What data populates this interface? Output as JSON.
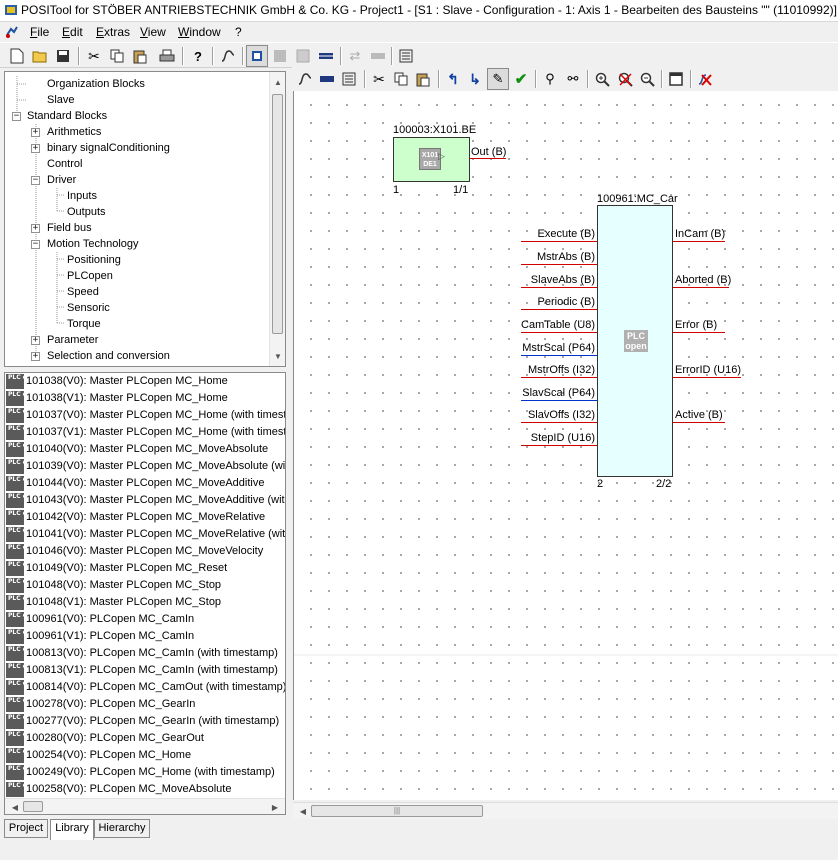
{
  "window": {
    "title": "POSITool for STÖBER ANTRIEBSTECHNIK GmbH & Co. KG - Project1 - [S1 : Slave - Configuration - 1: Axis 1 - Bearbeiten des Bausteins \"\" (11010992)]"
  },
  "menu": {
    "items": [
      "File",
      "Edit",
      "Extras",
      "View",
      "Window",
      "?"
    ]
  },
  "tree": {
    "items": [
      {
        "label": "Organization Blocks",
        "level": 1,
        "expander": "none"
      },
      {
        "label": "Slave",
        "level": 1,
        "expander": "none"
      },
      {
        "label": "Standard Blocks",
        "level": 0,
        "expander": "minus"
      },
      {
        "label": "Arithmetics",
        "level": 1,
        "expander": "plus"
      },
      {
        "label": "binary signalConditioning",
        "level": 1,
        "expander": "plus"
      },
      {
        "label": "Control",
        "level": 1,
        "expander": "none"
      },
      {
        "label": "Driver",
        "level": 1,
        "expander": "minus"
      },
      {
        "label": "Inputs",
        "level": 2,
        "expander": "none"
      },
      {
        "label": "Outputs",
        "level": 2,
        "expander": "none"
      },
      {
        "label": "Field bus",
        "level": 1,
        "expander": "plus"
      },
      {
        "label": "Motion Technology",
        "level": 1,
        "expander": "minus"
      },
      {
        "label": "Positioning",
        "level": 2,
        "expander": "none"
      },
      {
        "label": "PLCopen",
        "level": 2,
        "expander": "none"
      },
      {
        "label": "Speed",
        "level": 2,
        "expander": "none"
      },
      {
        "label": "Sensoric",
        "level": 2,
        "expander": "none"
      },
      {
        "label": "Torque",
        "level": 2,
        "expander": "none"
      },
      {
        "label": "Parameter",
        "level": 1,
        "expander": "plus"
      },
      {
        "label": "Selection and conversion",
        "level": 1,
        "expander": "plus"
      }
    ]
  },
  "library": {
    "icon_text": "PLC open",
    "items": [
      "101038(V0): Master PLCopen MC_Home",
      "101038(V1): Master PLCopen MC_Home",
      "101037(V0): Master PLCopen MC_Home (with timestar",
      "101037(V1): Master PLCopen MC_Home (with timestar",
      "101040(V0): Master PLCopen MC_MoveAbsolute",
      "101039(V0): Master PLCopen MC_MoveAbsolute (with",
      "101044(V0): Master PLCopen MC_MoveAdditive",
      "101043(V0): Master PLCopen MC_MoveAdditive (with",
      "101042(V0): Master PLCopen MC_MoveRelative",
      "101041(V0): Master PLCopen MC_MoveRelative (with",
      "101046(V0): Master PLCopen MC_MoveVelocity",
      "101049(V0): Master PLCopen MC_Reset",
      "101048(V0): Master PLCopen MC_Stop",
      "101048(V1): Master PLCopen MC_Stop",
      "100961(V0): PLCopen MC_CamIn",
      "100961(V1): PLCopen MC_CamIn",
      "100813(V0): PLCopen MC_CamIn (with timestamp)",
      "100813(V1): PLCopen MC_CamIn (with timestamp)",
      "100814(V0): PLCopen MC_CamOut (with timestamp)",
      "100278(V0): PLCopen MC_GearIn",
      "100277(V0): PLCopen MC_GearIn (with timestamp)",
      "100280(V0): PLCopen MC_GearOut",
      "100254(V0): PLCopen MC_Home",
      "100249(V0): PLCopen MC_Home (with timestamp)",
      "100258(V0): PLCopen MC_MoveAbsolute"
    ]
  },
  "tabs": [
    {
      "label": "Project",
      "active": false
    },
    {
      "label": "Library",
      "active": true
    },
    {
      "label": "Hierarchy",
      "active": false
    }
  ],
  "canvas": {
    "block1": {
      "header": "100003:X101.BE",
      "icon_text": "X101 DE1",
      "output": "Out (B)",
      "footer_left": "1",
      "footer_right": "1/1",
      "fill": "#ccffcc"
    },
    "block2": {
      "header": "100961:MC_Car",
      "badge": "PLC open",
      "inputs": [
        {
          "label": "Execute (B)",
          "color": "red"
        },
        {
          "label": "MstrAbs (B)",
          "color": "red"
        },
        {
          "label": "SlaveAbs (B)",
          "color": "red"
        },
        {
          "label": "Periodic (B)",
          "color": "red"
        },
        {
          "label": "CamTable (U8)",
          "color": "red"
        },
        {
          "label": "MstrScal (P64)",
          "color": "blue"
        },
        {
          "label": "MstrOffs (I32)",
          "color": "red"
        },
        {
          "label": "SlavScal (P64)",
          "color": "blue"
        },
        {
          "label": "SlavOffs (I32)",
          "color": "red"
        },
        {
          "label": "StepID (U16)",
          "color": "red"
        }
      ],
      "outputs": [
        "InCam (B)",
        "Aborted (B)",
        "Error (B)",
        "ErrorID (U16)",
        "Active (B)"
      ],
      "footer_left": "2",
      "footer_right": "2/2",
      "fill": "#e6ffff"
    }
  }
}
